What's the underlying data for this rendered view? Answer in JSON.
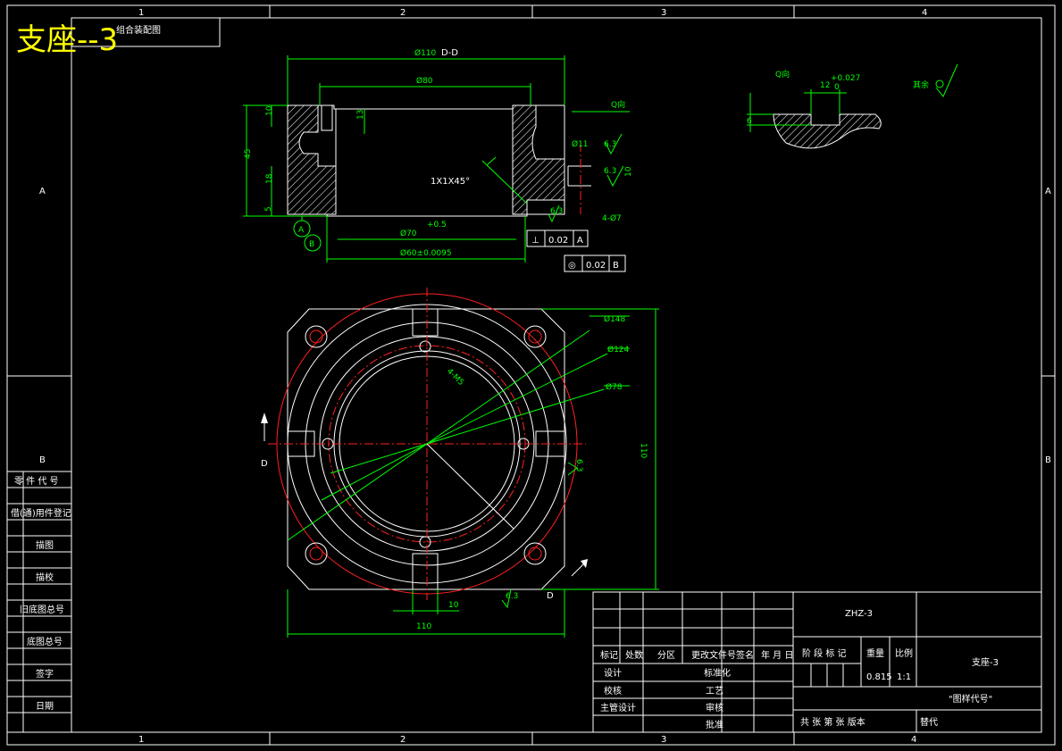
{
  "title_big": "支座--3",
  "title_small": "组合装配图",
  "border": {
    "cols": [
      "1",
      "2",
      "3",
      "4"
    ],
    "rows": [
      "A",
      "B"
    ]
  },
  "section": {
    "name": "D-D",
    "dims": {
      "d110": "Ø110",
      "d80": "Ø80",
      "d70": "Ø70",
      "d70_tol": "+0.5",
      "d60": "Ø60±0.0095",
      "h45": "45",
      "h10": "10",
      "h13": "13",
      "h18": "18",
      "h5": "5",
      "chamfer": "1X1X45°",
      "d11": "Ø11",
      "d7": "4-Ø7",
      "r63a": "6.3",
      "r63b": "6.3",
      "r63c": "6.3",
      "h10b": "10",
      "q_dir": "Q向"
    },
    "tol1": {
      "sym": "⊥",
      "val": "0.02",
      "ref": "A"
    },
    "tol2": {
      "sym": "◎",
      "val": "0.02",
      "ref": "B"
    },
    "datum_a": "A",
    "datum_b": "B"
  },
  "qview": {
    "label": "Q向",
    "w": "12",
    "w_tol": "+0.027",
    "w_tol2": "0",
    "h": "6"
  },
  "rest_roughness": "其余",
  "plan": {
    "d148": "Ø148",
    "d124": "Ø124",
    "d78": "Ø78",
    "w110": "110",
    "h110": "110",
    "w10": "10",
    "sec_d1": "D",
    "sec_d2": "D",
    "holes": "4-M5",
    "r63": "6.3",
    "r63b": "6.3"
  },
  "left_table": [
    "零 件 代 号",
    "借(通)用件登记",
    "描图",
    "描校",
    "旧底图总号",
    "底图总号",
    "签字",
    "日期"
  ],
  "title_block": {
    "drawing_no": "ZHZ-3",
    "part_name": "支座-3",
    "drawing_code": "\"图样代号\"",
    "weight": "0.815",
    "scale": "1:1",
    "hdr_mark": "标记",
    "hdr_count": "处数",
    "hdr_zone": "分区",
    "hdr_doc": "更改文件号",
    "hdr_sign": "签名",
    "hdr_date": "年 月 日",
    "design": "设计",
    "standard": "标准化",
    "check": "校核",
    "process": "工艺",
    "chief": "主管设计",
    "review": "审核",
    "approve": "批准",
    "stage": "阶 段 标 记",
    "weight_lbl": "重量",
    "scale_lbl": "比例",
    "sheets": "共  张 第  张 版本",
    "replace": "替代"
  }
}
